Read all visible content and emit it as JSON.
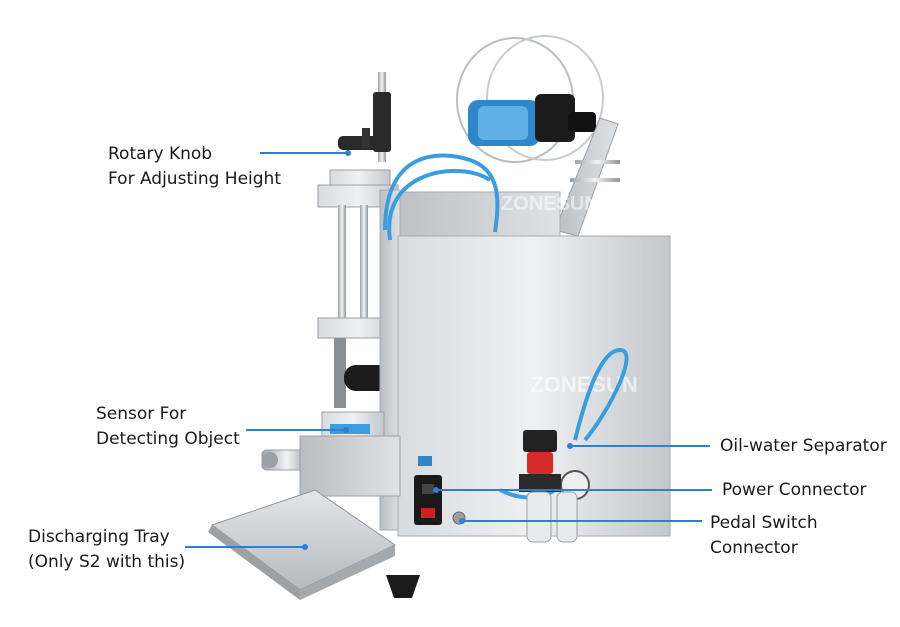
{
  "callouts": {
    "rotary_knob": {
      "line1": "Rotary Knob",
      "line2": "For Adjusting Height"
    },
    "sensor": {
      "line1": "Sensor For",
      "line2": "Detecting Object"
    },
    "tray": {
      "line1": "Discharging Tray",
      "line2": "(Only S2 with this)"
    },
    "oil_water": {
      "line1": "Oil-water Separator"
    },
    "power": {
      "line1": "Power Connector"
    },
    "pedal": {
      "line1": "Pedal Switch",
      "line2": "Connector"
    }
  },
  "watermarks": [
    "ZONESUN",
    "ZONESUN"
  ],
  "colors": {
    "leader": "#2d7fd6",
    "steel": "#c9ccd0",
    "tube": "#3a9de0"
  }
}
